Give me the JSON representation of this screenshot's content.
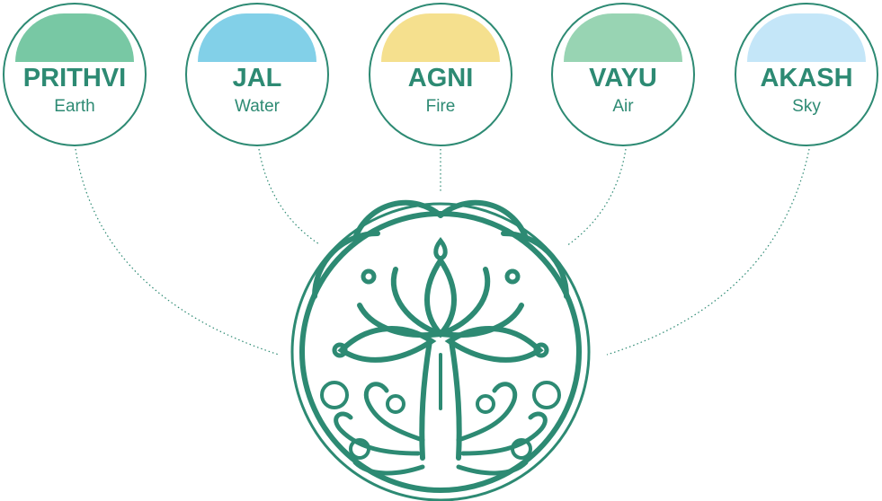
{
  "elements": [
    {
      "name": "PRITHVI",
      "meaning": "Earth",
      "color": "#78c8a4"
    },
    {
      "name": "JAL",
      "meaning": "Water",
      "color": "#82d0e8"
    },
    {
      "name": "AGNI",
      "meaning": "Fire",
      "color": "#f5e08e"
    },
    {
      "name": "VAYU",
      "meaning": "Air",
      "color": "#98d4b3"
    },
    {
      "name": "AKASH",
      "meaning": "Sky",
      "color": "#c4e6f8"
    }
  ],
  "accent_color": "#2d8a73",
  "center_emblem": "tree-of-life-icon"
}
